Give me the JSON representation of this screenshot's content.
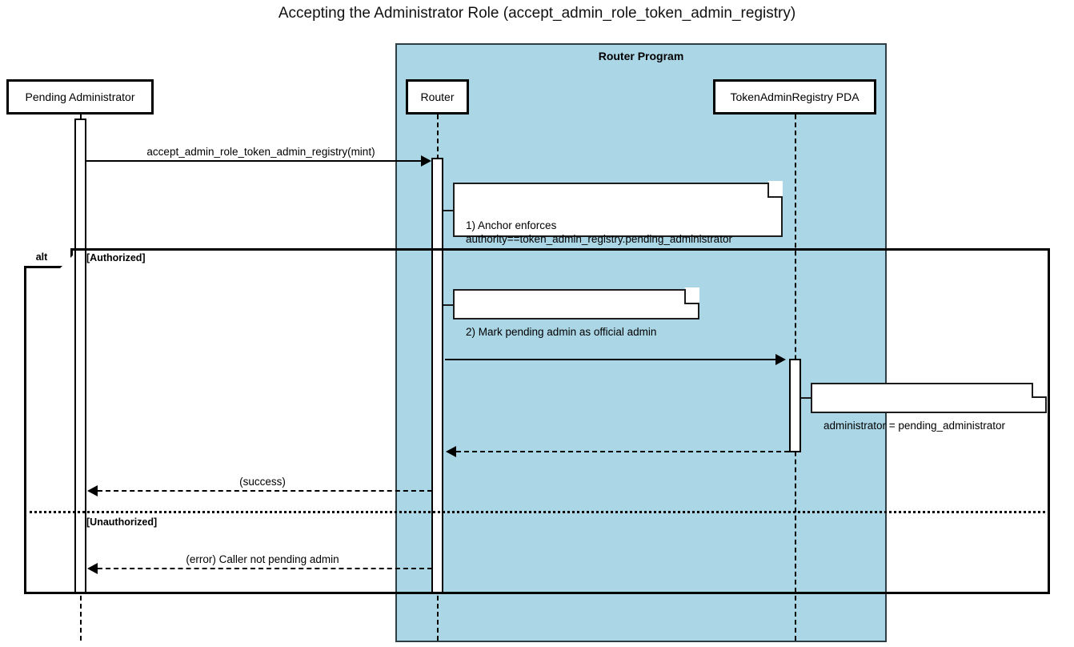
{
  "title": "Accepting the Administrator Role (accept_admin_role_token_admin_registry)",
  "colors": {
    "group_fill": "#abd6e6",
    "group_border": "#2d3f44",
    "line": "#000000",
    "note_fill": "#ffffff"
  },
  "group": {
    "label": "Router Program"
  },
  "participants": [
    {
      "id": "pending_admin",
      "label": "Pending Administrator"
    },
    {
      "id": "router",
      "label": "Router"
    },
    {
      "id": "tar_pda",
      "label": "TokenAdminRegistry PDA"
    }
  ],
  "messages": [
    {
      "id": "msg-call-accept",
      "label": "accept_admin_role_token_admin_registry(mint)",
      "from": "pending_admin",
      "to": "router",
      "kind": "call"
    },
    {
      "id": "msg-update-registry",
      "label": "",
      "from": "router",
      "to": "tar_pda",
      "kind": "call"
    },
    {
      "id": "msg-registry-return",
      "label": "",
      "from": "tar_pda",
      "to": "router",
      "kind": "return"
    },
    {
      "id": "msg-success",
      "label": "(success)",
      "from": "router",
      "to": "pending_admin",
      "kind": "return"
    },
    {
      "id": "msg-error",
      "label": "(error) Caller not pending admin",
      "from": "router",
      "to": "pending_admin",
      "kind": "return"
    }
  ],
  "notes": [
    {
      "id": "note-anchor-enforces",
      "text": "1) Anchor enforces\nauthority==token_admin_registry.pending_administrator"
    },
    {
      "id": "note-mark-admin",
      "text": "2) Mark pending admin as official admin"
    },
    {
      "id": "note-assign-admin",
      "text": "administrator = pending_administrator"
    }
  ],
  "fragment": {
    "operator": "alt",
    "guards": [
      {
        "id": "guard-authorized",
        "label": "[Authorized]"
      },
      {
        "id": "guard-unauthorized",
        "label": "[Unauthorized]"
      }
    ]
  }
}
